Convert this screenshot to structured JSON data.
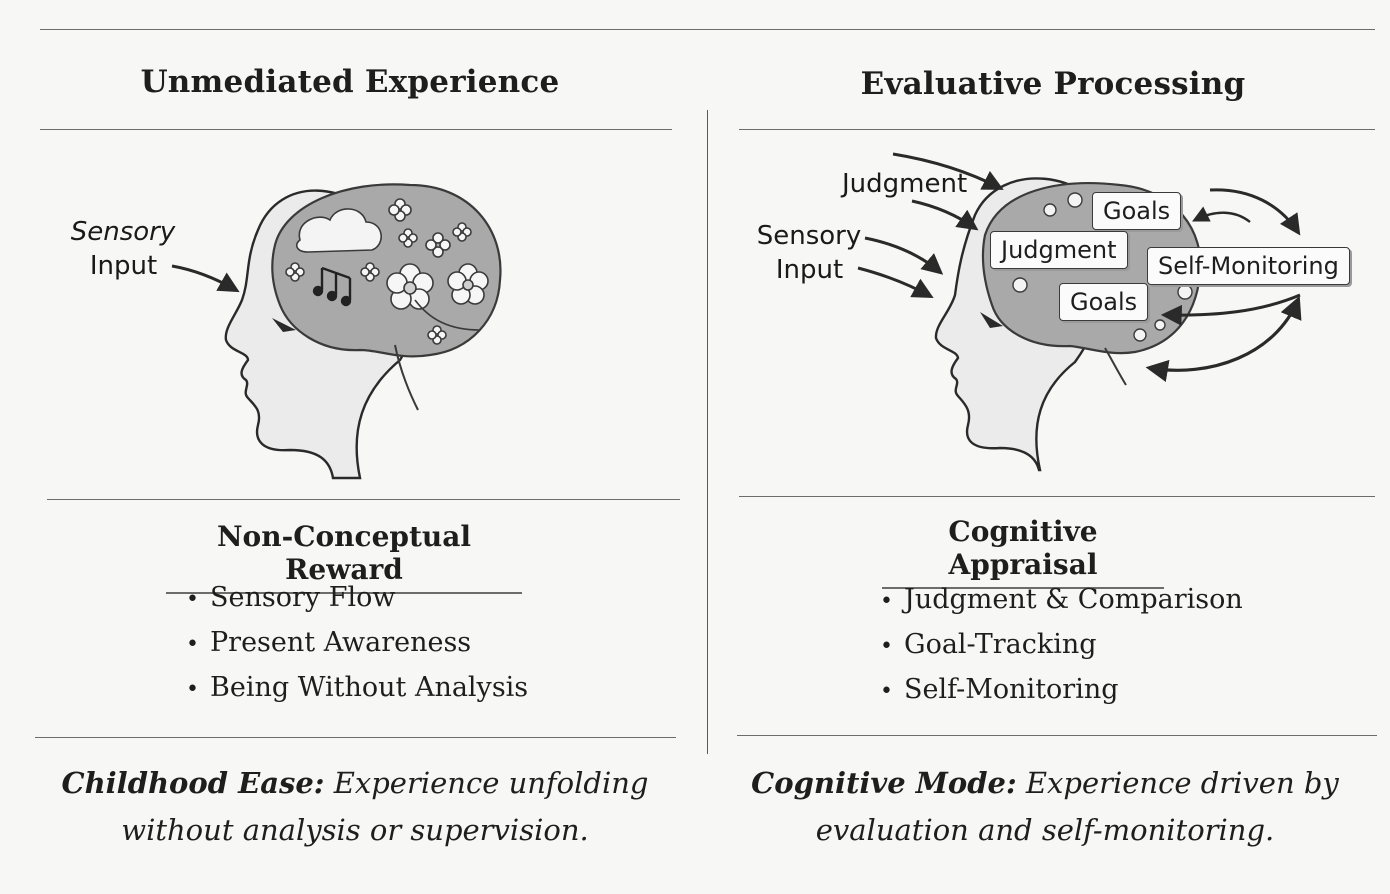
{
  "left": {
    "title": "Unmediated Experience",
    "input_label_1": "Sensory",
    "input_label_2": "Input",
    "section_title": "Non-Conceptual Reward",
    "bullets": [
      "Sensory Flow",
      "Present Awareness",
      "Being Without Analysis"
    ],
    "caption_bold": "Childhood Ease:",
    "caption_line1": "Experience unfolding",
    "caption_line2": "without analysis or supervision."
  },
  "right": {
    "title": "Evaluative Processing",
    "input_label_1": "Sensory",
    "input_label_2": "Input",
    "judgment_label": "Judgment",
    "tags": [
      "Goals",
      "Judgment",
      "Self-Monitoring",
      "Goals"
    ],
    "section_title": "Cognitive Appraisal",
    "bullets": [
      "Judgment & Comparison",
      "Goal-Tracking",
      "Self-Monitoring"
    ],
    "caption_bold": "Cognitive Mode:",
    "caption_line1": "Experience driven by",
    "caption_line2": "evaluation and self-monitoring."
  },
  "colors": {
    "brain_fill": "#a9a9a9",
    "head_fill": "#ebebeb",
    "line": "#2a2a2a"
  }
}
